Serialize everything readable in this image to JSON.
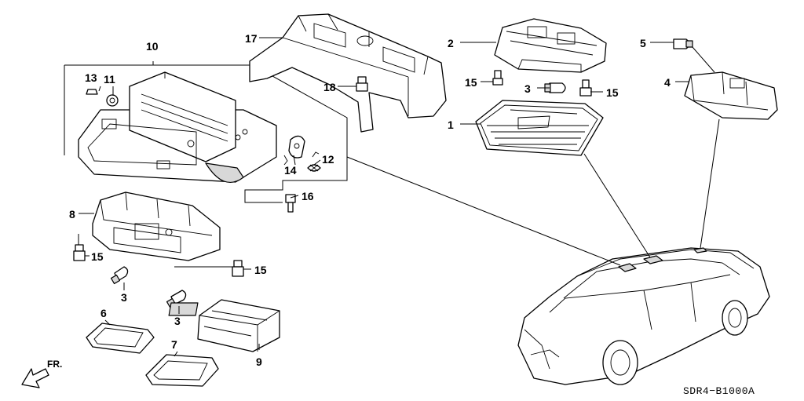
{
  "diagram_code": "SDR4−B1000A",
  "direction_label": "FR.",
  "labels": {
    "p1": "1",
    "p2": "2",
    "p3a": "3",
    "p3b": "3",
    "p3c": "3",
    "p4": "4",
    "p5": "5",
    "p6": "6",
    "p7": "7",
    "p8": "8",
    "p9": "9",
    "p10": "10",
    "p11": "11",
    "p12": "12",
    "p13": "13",
    "p14": "14",
    "p15a": "15",
    "p15b": "15",
    "p15c": "15",
    "p15d": "15",
    "p16": "16",
    "p17": "17",
    "p18": "18"
  },
  "icons": {
    "direction": "arrow-left-down-icon",
    "bulb": "wedge-bulb-icon",
    "bolt": "screw-icon"
  }
}
